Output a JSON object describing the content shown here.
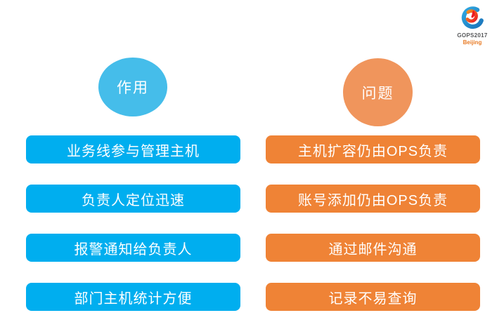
{
  "logo": {
    "line1": "GOPS2017",
    "line2": "Beijing",
    "icon": "gops-swirl-logo"
  },
  "left_column": {
    "header": "作用",
    "items": [
      "业务线参与管理主机",
      "负责人定位迅速",
      "报警通知给负责人",
      "部门主机统计方便"
    ]
  },
  "right_column": {
    "header": "问题",
    "items": [
      "主机扩容仍由OPS负责",
      "账号添加仍由OPS负责",
      "通过邮件沟通",
      "记录不易查询"
    ]
  },
  "colors": {
    "left_header_fill": "#45BDEA",
    "left_bar_fill": "#00AEEF",
    "right_header_fill": "#F0955C",
    "right_bar_fill": "#EF8336",
    "text_on_fill": "#ffffff",
    "logo_text": "#58595B",
    "logo_subtext": "#E87B25",
    "background": "#ffffff"
  }
}
